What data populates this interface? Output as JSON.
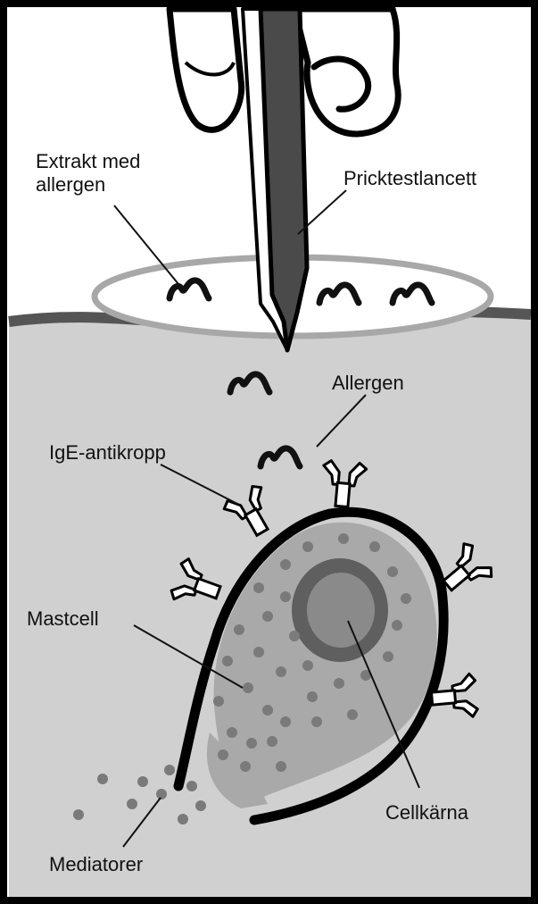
{
  "labels": {
    "extract_line1": "Extrakt med",
    "extract_line2": "allergen",
    "lancet": "Pricktestlancett",
    "allergen": "Allergen",
    "antibody": "IgE-antikropp",
    "mast_cell": "Mastcell",
    "nucleus": "Cellkärna",
    "mediators": "Mediatorer"
  },
  "colors": {
    "background_top": "#ffffff",
    "skin_tissue": "#d0d0d0",
    "skin_line": "#555555",
    "lancet": "#4a4a4a",
    "cell_fill": "#a9a9a9",
    "nucleus_ring": "#5f5f5f",
    "nucleus_core": "#8a8a8a",
    "granule": "#7a7a7a",
    "outline": "#000000"
  },
  "icons": [
    "hand-icon",
    "lancet-icon",
    "allergen-icon",
    "ige-antibody-icon",
    "mast-cell-icon",
    "nucleus-icon",
    "granule-icon"
  ]
}
